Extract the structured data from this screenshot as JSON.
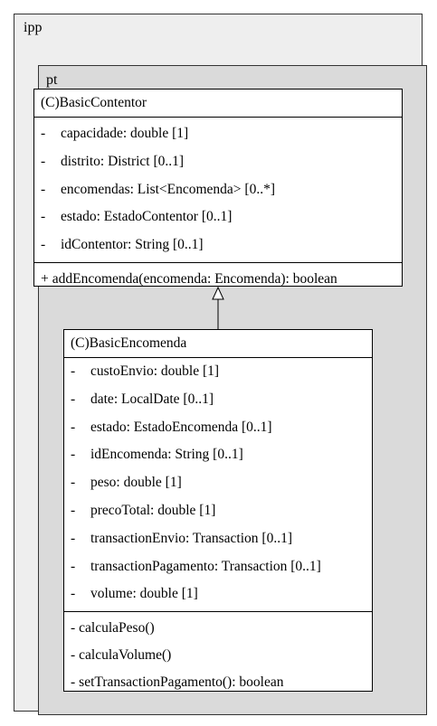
{
  "packages": {
    "outer": {
      "name": "ipp"
    },
    "inner": {
      "name": "pt"
    }
  },
  "classes": {
    "contentor": {
      "title": "(C)BasicContentor",
      "attributes": [
        {
          "vis": "-",
          "text": "capacidade: double [1]"
        },
        {
          "vis": "-",
          "text": "distrito: District [0..1]"
        },
        {
          "vis": "-",
          "text": "encomendas: List<Encomenda> [0..*]"
        },
        {
          "vis": "-",
          "text": "estado: EstadoContentor [0..1]"
        },
        {
          "vis": "-",
          "text": "idContentor: String [0..1]"
        }
      ],
      "methods": [
        {
          "vis": "+",
          "text": "addEncomenda(encomenda: Encomenda): boolean"
        }
      ]
    },
    "encomenda": {
      "title": "(C)BasicEncomenda",
      "attributes": [
        {
          "vis": "-",
          "text": "custoEnvio: double [1]"
        },
        {
          "vis": "-",
          "text": "date: LocalDate [0..1]"
        },
        {
          "vis": "-",
          "text": "estado: EstadoEncomenda [0..1]"
        },
        {
          "vis": "-",
          "text": "idEncomenda: String [0..1]"
        },
        {
          "vis": "-",
          "text": "peso: double [1]"
        },
        {
          "vis": "-",
          "text": "precoTotal: double [1]"
        },
        {
          "vis": "-",
          "text": "transactionEnvio: Transaction [0..1]"
        },
        {
          "vis": "-",
          "text": "transactionPagamento: Transaction [0..1]"
        },
        {
          "vis": "-",
          "text": "volume: double [1]"
        }
      ],
      "methods": [
        {
          "vis": "-",
          "text": "calculaPeso()"
        },
        {
          "vis": "-",
          "text": "calculaVolume()"
        },
        {
          "vis": "-",
          "text": "setTransactionPagamento(): boolean"
        }
      ]
    }
  },
  "colors": {
    "outer_package_fill": "#eeeeee",
    "inner_package_fill": "#dadada",
    "class_fill": "#ffffff",
    "line": "#000000"
  }
}
